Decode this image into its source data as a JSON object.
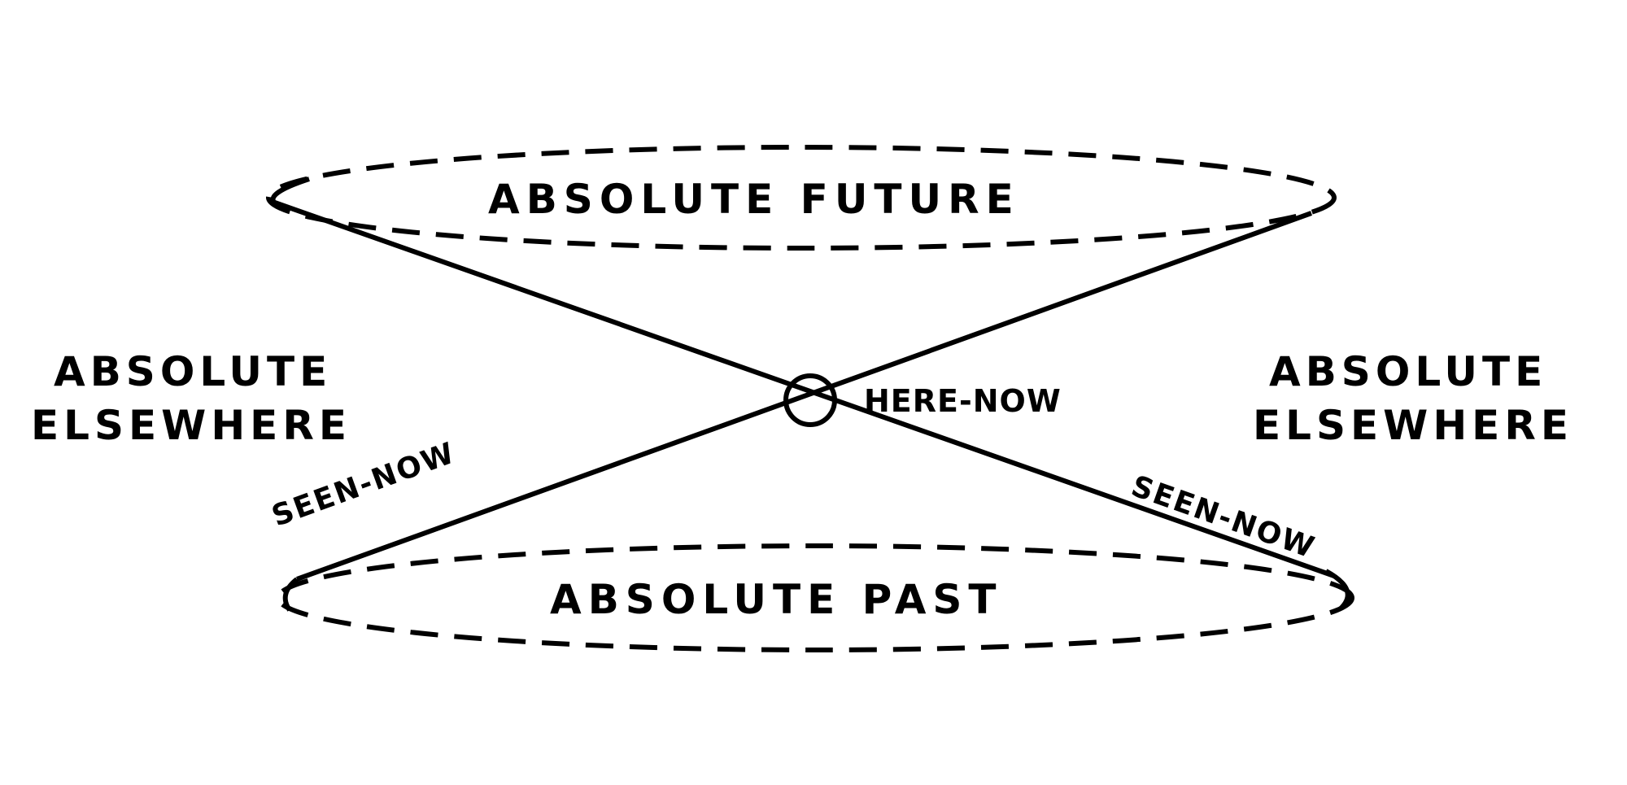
{
  "diagram": {
    "type": "light-cone",
    "colors": {
      "ink": "#000000",
      "background": "#ffffff"
    },
    "regions": {
      "future": {
        "label": "ABSOLUTE   FUTURE"
      },
      "past": {
        "label": "ABSOLUTE   PAST"
      },
      "elsewhere_left": {
        "line1": "ABSOLUTE",
        "line2": "ELSEWHERE"
      },
      "elsewhere_right": {
        "line1": "ABSOLUTE",
        "line2": "ELSEWHERE"
      }
    },
    "origin": {
      "label": "HERE-NOW"
    },
    "cone_edges": {
      "left": {
        "label": "SEEN-NOW"
      },
      "right": {
        "label": "SEEN-NOW"
      }
    }
  }
}
